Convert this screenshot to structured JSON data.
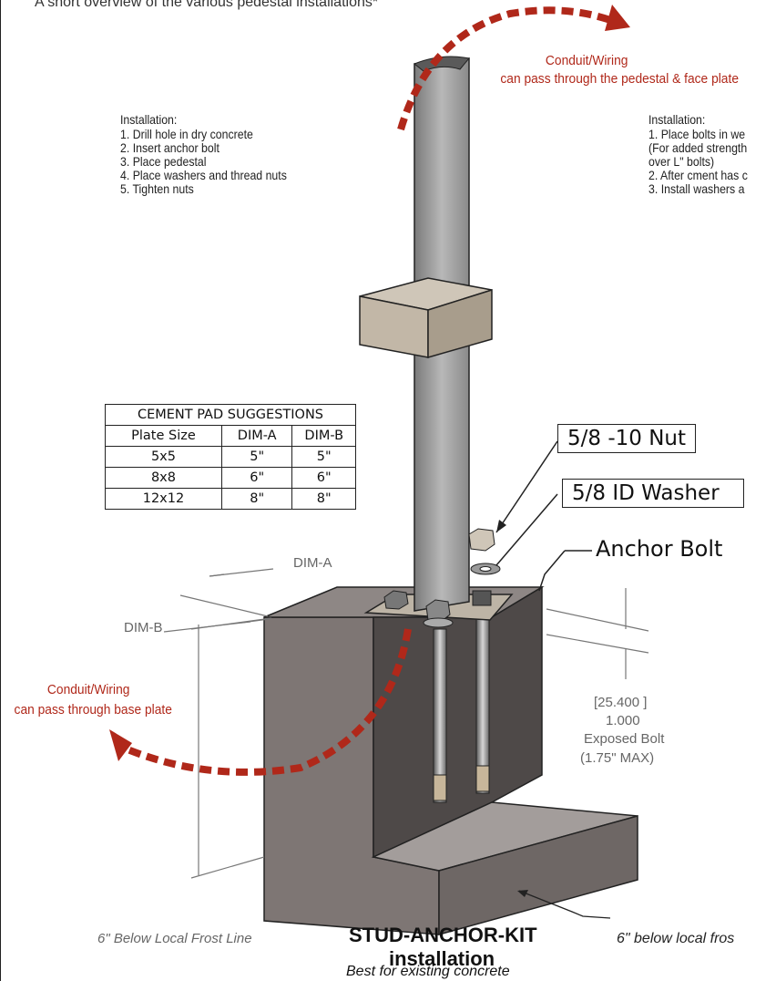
{
  "intro": "A short overview of the various pedestal installations*",
  "conduit_top": {
    "line1": "Conduit/Wiring",
    "line2": "can pass through the pedestal & face plate"
  },
  "left_install": {
    "heading": "Installation:",
    "steps": [
      "1. Drill hole in dry concrete",
      "2. Insert anchor bolt",
      "3. Place pedestal",
      "4. Place washers and thread nuts",
      "5. Tighten nuts"
    ]
  },
  "right_install": {
    "heading": "Installation:",
    "steps": [
      "1. Place bolts in we",
      "(For added strength",
      "over L\" bolts)",
      "2. After cment has c",
      "3. Install washers a"
    ]
  },
  "cement_table": {
    "title": "CEMENT PAD SUGGESTIONS",
    "headers": [
      "Plate Size",
      "DIM-A",
      "DIM-B"
    ],
    "rows": [
      [
        "5x5",
        "5\"",
        "5\""
      ],
      [
        "8x8",
        "6\"",
        "6\""
      ],
      [
        "12x12",
        "8\"",
        "8\""
      ]
    ]
  },
  "callouts": {
    "nut": "5/8 -10 Nut",
    "washer": "5/8 ID Washer",
    "anchor": "Anchor Bolt"
  },
  "dims": {
    "a": "DIM-A",
    "b": "DIM-B"
  },
  "conduit_base": {
    "line1": "Conduit/Wiring",
    "line2": "can pass through base plate"
  },
  "exposed": {
    "mm": "25.400",
    "inch": "1.000",
    "label": "Exposed Bolt",
    "max": "(1.75\" MAX)"
  },
  "frost_left": "6\" Below Local Frost Line",
  "frost_right": "6\" below local fros",
  "title": {
    "line1": "STUD-ANCHOR-KIT",
    "line2": "installation"
  },
  "subtitle": "Best for existing concrete",
  "colors": {
    "accent": "#b0281a",
    "concrete": "#8a8380",
    "steel": "#9a9a9a"
  }
}
